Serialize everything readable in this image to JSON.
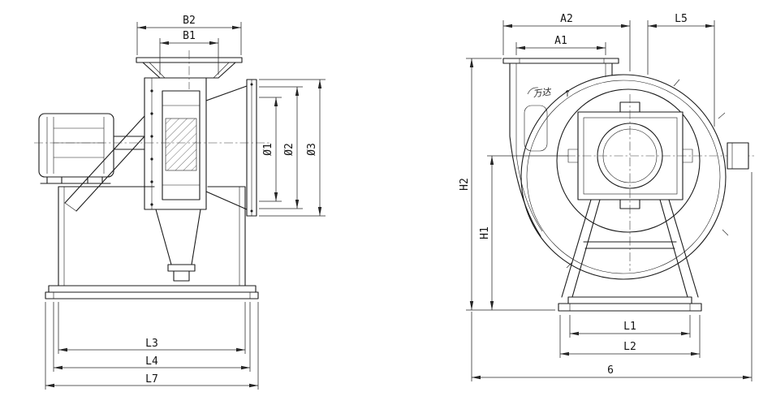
{
  "colors": {
    "line": "#1b1b1b",
    "background": "#ffffff"
  },
  "labels": {
    "b2": "B2",
    "b1": "B1",
    "d1": "Ø1",
    "d2": "Ø2",
    "d3": "Ø3",
    "l3": "L3",
    "l4": "L4",
    "l7": "L7",
    "a2": "A2",
    "a1": "A1",
    "l5": "L5",
    "h2": "H2",
    "h1": "H1",
    "l1": "L1",
    "l2": "L2",
    "l6": "6",
    "logo": "万达",
    "logo_arrow": "↑"
  }
}
